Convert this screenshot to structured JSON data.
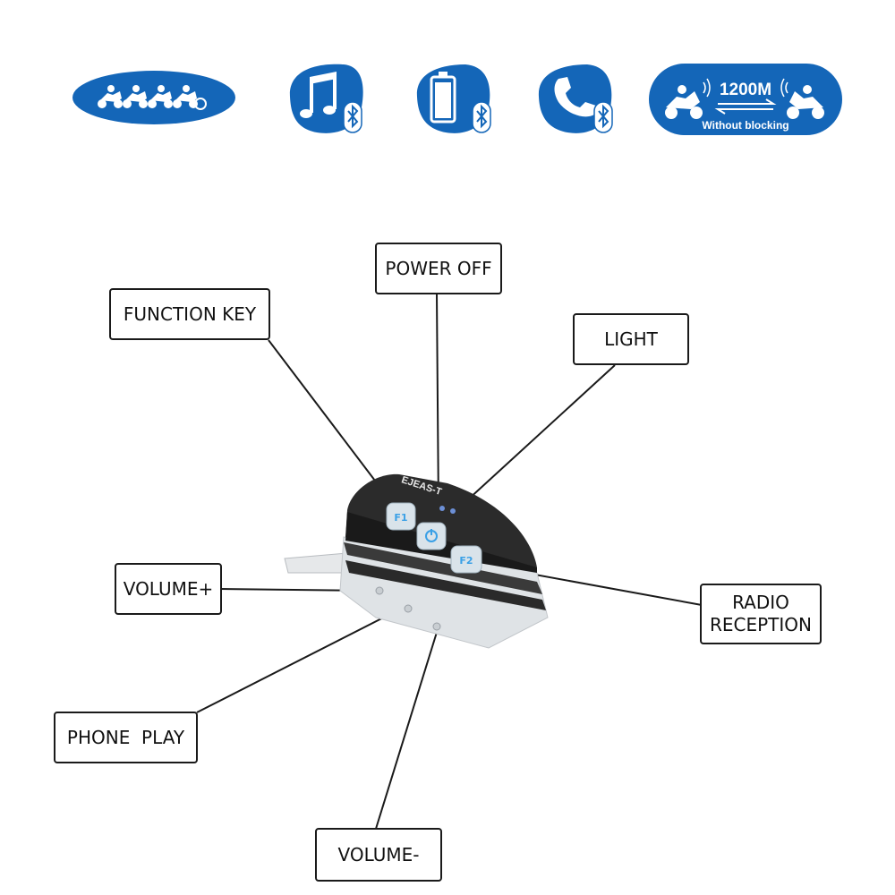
{
  "feature_icons": {
    "riders_icon": "group-riders-icon",
    "music_icon": "music-note-icon",
    "battery_icon": "battery-icon",
    "phone_icon": "phone-icon",
    "bluetooth_icon": "bluetooth-icon",
    "range_icon": "range-between-bikes-icon",
    "range_label": "1200M",
    "range_sublabel": "Without blocking"
  },
  "device": {
    "brand_label": "EJEAS-T",
    "buttons": [
      "F1",
      "power",
      "F2"
    ]
  },
  "labels": {
    "power_off": "POWER OFF",
    "function_key": "FUNCTION KEY",
    "light": "LIGHT",
    "volume_plus": "VOLUME+",
    "radio_reception": "RADIO\nRECEPTION",
    "phone_play": "PHONE  PLAY",
    "volume_minus": "VOLUME-"
  },
  "colors": {
    "icon_blue": "#1466b8",
    "icon_light": "#ffffff",
    "device_body": "#2b2b2b",
    "button_face": "#d9e3ea",
    "button_symbol": "#3aa0e6"
  }
}
